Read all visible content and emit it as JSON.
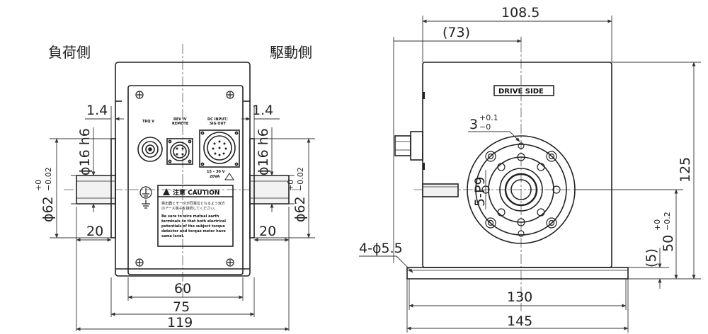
{
  "side_labels": {
    "load_side": "負荷側",
    "drive_side": "駆動側"
  },
  "front_view": {
    "dims": {
      "w60": "60",
      "w75": "75",
      "w119": "119",
      "left_20": "20",
      "right_20": "20",
      "left_1_4": "1.4",
      "right_1_4": "1.4",
      "left_phi16": "ϕ16 h6",
      "right_phi16": "ϕ16 h6",
      "left_phi62": "ϕ62",
      "right_phi62": "ϕ62",
      "tol_upper": "+0",
      "tol_lower": "−0.02"
    },
    "panel": {
      "trq_v": "TRQ V",
      "rev_remote_1": "REV IV",
      "rev_remote_2": "REMOTE",
      "dc_input_1": "DC INPUT/",
      "dc_input_2": "SIG OUT",
      "power_1": "15 – 30 V",
      "power_2": "20VA",
      "caution_title": "注意  CAUTION",
      "caution_jp_1": "検出器とモータが同電位となるよう双方",
      "caution_jp_2": "のアース端子を接続してください。",
      "caution_en": [
        "Be sure to wire mutual earth",
        "terminals so that both electrical",
        "potentials of the subject torque",
        "detector and torque meter have",
        "same level."
      ]
    }
  },
  "side_view": {
    "drive_side_tag": "DRIVE SIDE",
    "dims": {
      "top_108_5": "108.5",
      "top_73": "(73)",
      "h125": "125",
      "h50": "50",
      "h50_tol_upper": "+0",
      "h50_tol_lower": "−0.2",
      "h5": "(5)",
      "w130": "130",
      "w145": "145",
      "holes": "4-ϕ5.5",
      "keyway_3": "3",
      "keyway_tol_upper": "+0.1",
      "keyway_tol_lower": "−0",
      "bolts": "5-P9"
    }
  }
}
